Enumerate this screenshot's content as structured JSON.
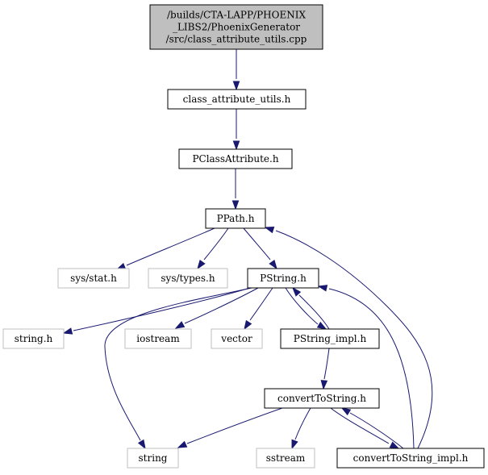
{
  "graph": {
    "colors": {
      "edge": "#191970",
      "root_fill": "#bfbfbf",
      "root_border": "#000000",
      "node_fill": "#ffffff",
      "node_border": "#000000",
      "external_border": "#bfbfbf",
      "external_text": "#000000"
    },
    "nodes": [
      {
        "id": "root",
        "lines": [
          "/builds/CTA-LAPP/PHOENIX",
          "_LIBS2/PhoenixGenerator",
          "/src/class_attribute_utils.cpp"
        ],
        "kind": "root"
      },
      {
        "id": "class_attribute_utils_h",
        "lines": [
          "class_attribute_utils.h"
        ],
        "kind": "internal"
      },
      {
        "id": "pclassattribute_h",
        "lines": [
          "PClassAttribute.h"
        ],
        "kind": "internal"
      },
      {
        "id": "ppath_h",
        "lines": [
          "PPath.h"
        ],
        "kind": "internal"
      },
      {
        "id": "sys_stat_h",
        "lines": [
          "sys/stat.h"
        ],
        "kind": "external"
      },
      {
        "id": "sys_types_h",
        "lines": [
          "sys/types.h"
        ],
        "kind": "external"
      },
      {
        "id": "pstring_h",
        "lines": [
          "PString.h"
        ],
        "kind": "internal"
      },
      {
        "id": "string_h",
        "lines": [
          "string.h"
        ],
        "kind": "external"
      },
      {
        "id": "iostream",
        "lines": [
          "iostream"
        ],
        "kind": "external"
      },
      {
        "id": "vector",
        "lines": [
          "vector"
        ],
        "kind": "external"
      },
      {
        "id": "pstring_impl_h",
        "lines": [
          "PString_impl.h"
        ],
        "kind": "internal"
      },
      {
        "id": "converttostring_h",
        "lines": [
          "convertToString.h"
        ],
        "kind": "internal"
      },
      {
        "id": "string",
        "lines": [
          "string"
        ],
        "kind": "external"
      },
      {
        "id": "sstream",
        "lines": [
          "sstream"
        ],
        "kind": "external"
      },
      {
        "id": "converttostring_impl_h",
        "lines": [
          "convertToString_impl.h"
        ],
        "kind": "internal"
      }
    ],
    "edges": [
      {
        "from": "root",
        "to": "class_attribute_utils_h"
      },
      {
        "from": "class_attribute_utils_h",
        "to": "pclassattribute_h"
      },
      {
        "from": "pclassattribute_h",
        "to": "ppath_h"
      },
      {
        "from": "ppath_h",
        "to": "sys_stat_h"
      },
      {
        "from": "ppath_h",
        "to": "sys_types_h"
      },
      {
        "from": "ppath_h",
        "to": "pstring_h"
      },
      {
        "from": "pstring_h",
        "to": "string_h"
      },
      {
        "from": "pstring_h",
        "to": "iostream"
      },
      {
        "from": "pstring_h",
        "to": "vector"
      },
      {
        "from": "pstring_h",
        "to": "string"
      },
      {
        "from": "pstring_h",
        "to": "pstring_impl_h"
      },
      {
        "from": "pstring_impl_h",
        "to": "pstring_h"
      },
      {
        "from": "pstring_impl_h",
        "to": "converttostring_h"
      },
      {
        "from": "converttostring_h",
        "to": "string"
      },
      {
        "from": "converttostring_h",
        "to": "sstream"
      },
      {
        "from": "converttostring_h",
        "to": "converttostring_impl_h"
      },
      {
        "from": "converttostring_impl_h",
        "to": "converttostring_h"
      },
      {
        "from": "converttostring_impl_h",
        "to": "pstring_h"
      },
      {
        "from": "converttostring_impl_h",
        "to": "ppath_h"
      }
    ]
  }
}
